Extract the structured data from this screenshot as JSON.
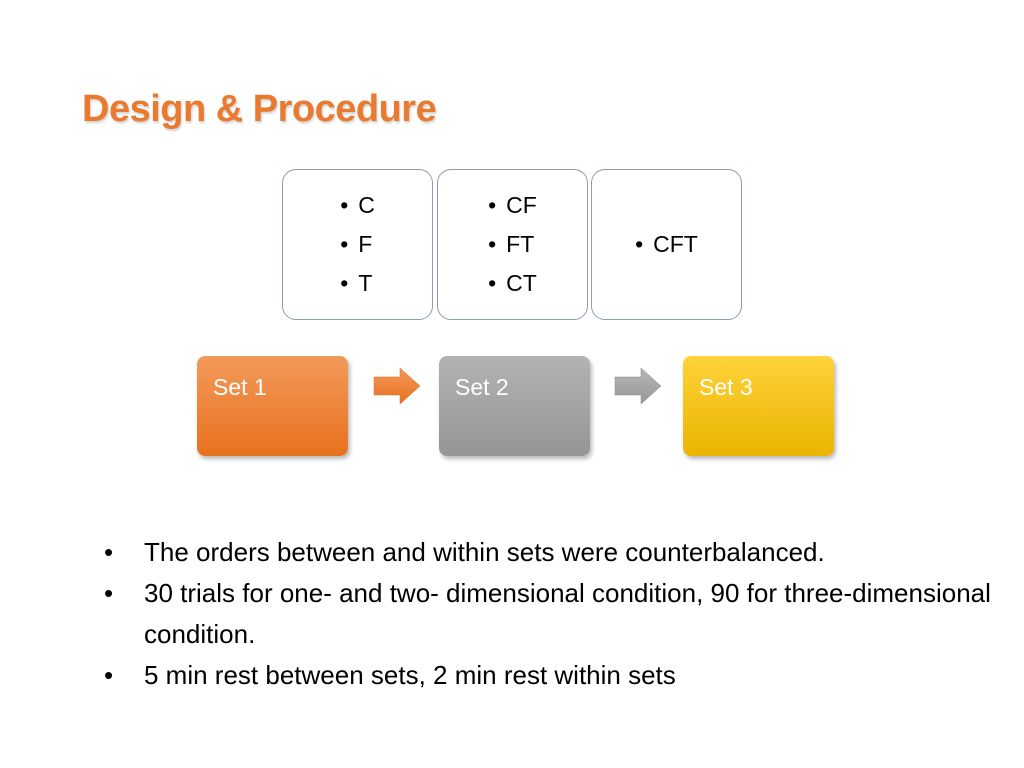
{
  "slide": {
    "title": "Design & Procedure",
    "title_color": "#ea7a2f"
  },
  "conditions": [
    {
      "items": [
        "C",
        "F",
        "T"
      ]
    },
    {
      "items": [
        "CF",
        "FT",
        "CT"
      ]
    },
    {
      "items": [
        "CFT"
      ]
    }
  ],
  "sets": [
    {
      "label": "Set 1",
      "color": "#ed7d31"
    },
    {
      "label": "Set 2",
      "color": "#a5a5a5"
    },
    {
      "label": "Set 3",
      "color": "#ffc000"
    }
  ],
  "bullets": [
    "The orders between and within sets were counterbalanced.",
    "30 trials for one- and two- dimensional condition, 90 for three-dimensional condition.",
    "5 min rest between sets, 2 min rest within sets"
  ]
}
